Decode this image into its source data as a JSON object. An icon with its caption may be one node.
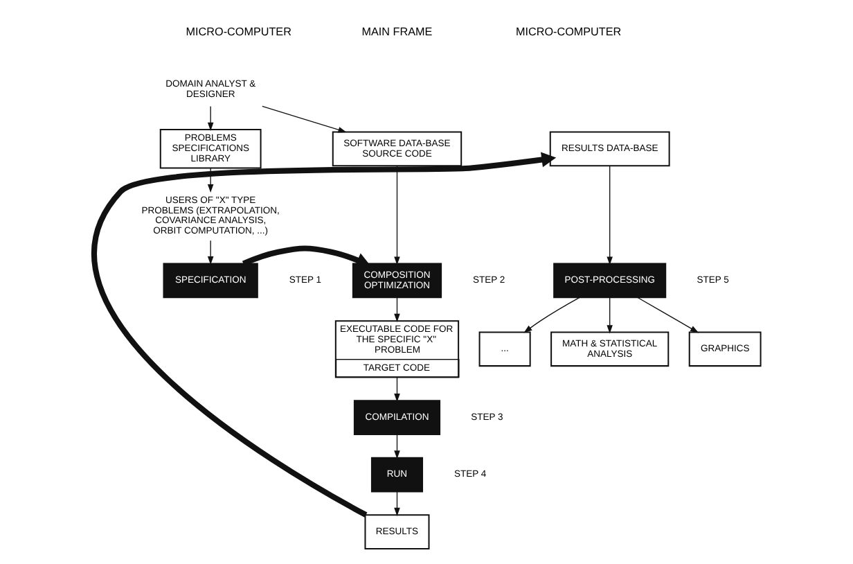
{
  "diagram": {
    "nodes": [
      {
        "text": [
          "DOMAIN ANALYST & DESIGNER"
        ]
      },
      {
        "text": [
          "PROBLEMS SPECIFICATIONS LIBRARY"
        ]
      },
      {
        "text": [
          "SPECIFICATION"
        ],
        "beside": [
          "STEP 1"
        ]
      },
      {
        "text": [
          "USERS OF \"X\" TYPE PROBLEMS (EXTRAPOLATION, COVARIANCE ANALYSIS, ORBIT COMPUTATION, ...)"
        ]
      },
      {
        "text": [
          "SOFTWARE DATA-BASE SOURCE CODE"
        ]
      },
      {
        "text": [
          "COMPOSITION OPTIMIZATION"
        ],
        "beside": [
          "STEP 2"
        ]
      },
      {
        "text": [
          "EXECUTABLE CODE FOR THE SPECIFIC \"X\" PROBLEM",
          "TARGET CODE"
        ]
      },
      {
        "text": [
          "COMPILATION"
        ],
        "beside": [
          "STEP 3"
        ]
      },
      {
        "text": [
          "RUN"
        ],
        "beside": [
          "STEP 4"
        ]
      },
      {
        "text": [
          "RESULTS"
        ]
      },
      {
        "text": [
          "RESULTS DATA-BASE"
        ]
      },
      {
        "text": [
          "POST-PROCESSING"
        ],
        "beside": [
          "STEP 5"
        ]
      },
      {
        "text": [
          "MATH & STATISTICAL ANALYSIS"
        ]
      },
      {
        "text": [
          "GRAPHICS"
        ]
      },
      {
        "text": [
          "..."
        ]
      }
    ],
    "edges": [
      {
        "from": 0,
        "to": 1,
        "arrow": "to"
      },
      {
        "from": 0,
        "to": 4,
        "arrow": "to"
      },
      {
        "from": 1,
        "to": 3,
        "arrow": "to"
      },
      {
        "from": 3,
        "to": 2,
        "arrow": "to"
      },
      {
        "from": 2,
        "to": 5,
        "arrow": "to",
        "style": "thick"
      },
      {
        "from": 4,
        "to": 5,
        "arrow": "to"
      },
      {
        "from": 5,
        "to": 6,
        "arrow": "to"
      },
      {
        "from": 6,
        "to": 7,
        "arrow": "to"
      },
      {
        "from": 7,
        "to": 8,
        "arrow": "to"
      },
      {
        "from": 8,
        "to": 9,
        "arrow": "to"
      },
      {
        "from": 9,
        "to": 10,
        "arrow": "to",
        "style": "thick"
      },
      {
        "from": 10,
        "to": 11,
        "arrow": "to"
      },
      {
        "from": 11,
        "to": 12,
        "arrow": "to"
      },
      {
        "from": 11,
        "to": 13,
        "arrow": "to"
      },
      {
        "from": 11,
        "to": 14,
        "arrow": "to"
      }
    ],
    "labels": [
      "MICRO-COMPUTER",
      "MAIN FRAME",
      "MICRO-COMPUTER"
    ]
  }
}
